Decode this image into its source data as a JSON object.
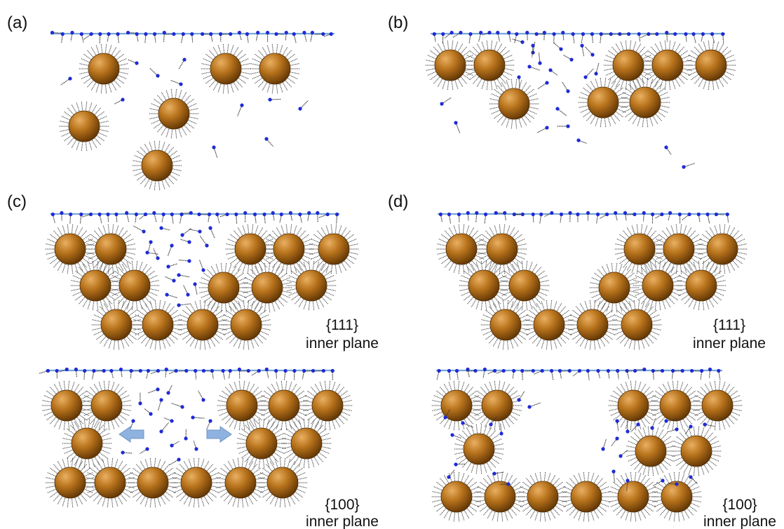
{
  "figure": {
    "panels": [
      {
        "label": "(a)"
      },
      {
        "label": "(b)"
      },
      {
        "label": "(c)"
      },
      {
        "label": "(d)"
      }
    ],
    "plane_labels": [
      {
        "miller": "{111}",
        "caption": "inner plane"
      },
      {
        "miller": "{100}",
        "caption": "inner plane"
      },
      {
        "miller": "{111}",
        "caption": "inner plane"
      },
      {
        "miller": "{100}",
        "caption": "inner plane"
      }
    ],
    "colors": {
      "particle": "#9a5a0c",
      "ligand": "#333333",
      "surfactant_head": "#1f2bd6",
      "interface": "#7aa6d6",
      "arrow": "#8fb3e0"
    },
    "icons": [
      "nanoparticle-icon",
      "surfactant-molecule-icon",
      "interface-line-icon",
      "arrow-left-icon",
      "arrow-right-icon"
    ]
  }
}
